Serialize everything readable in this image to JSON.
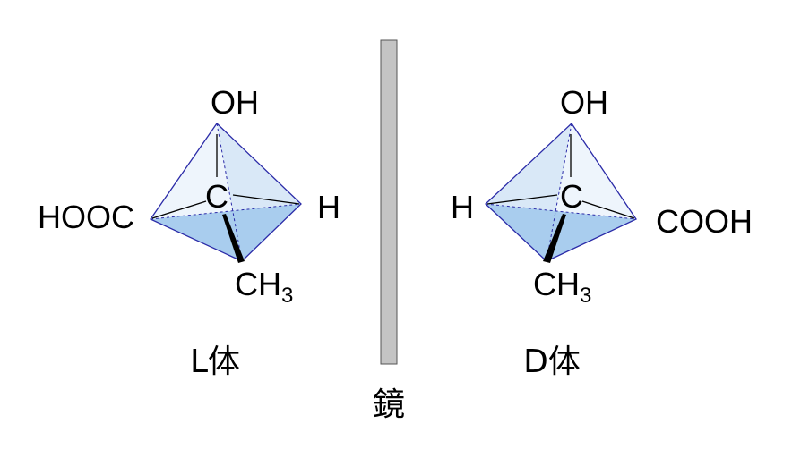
{
  "colors": {
    "edge": "#2b2ba8",
    "face_light": "#e6f0fa",
    "face_mid": "#bcd7f0",
    "face_bottom": "#a7cbee",
    "bond": "#000000",
    "mirror_fill": "#c4c4c4",
    "mirror_stroke": "#555555"
  },
  "left_molecule": {
    "top": "OH",
    "center": "C",
    "left": "HOOC",
    "right": "H",
    "bottom_main": "CH",
    "bottom_sub": "3",
    "caption": "L体"
  },
  "right_molecule": {
    "top": "OH",
    "center": "C",
    "left": "H",
    "right": "COOH",
    "bottom_main": "CH",
    "bottom_sub": "3",
    "caption": "D体"
  },
  "mirror": {
    "label": "鏡"
  }
}
